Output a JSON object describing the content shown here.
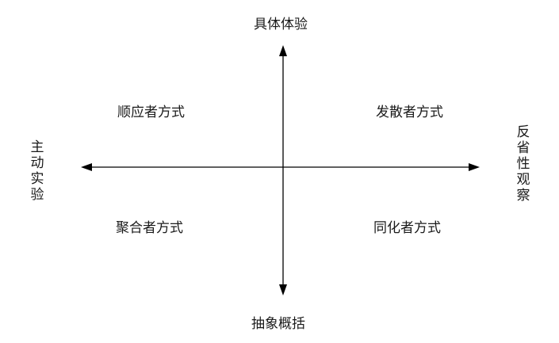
{
  "axes": {
    "top": "具体体验",
    "bottom": "抽象概括",
    "left": "主动实验",
    "right": "反省性观察"
  },
  "quadrants": {
    "top_left": "顺应者方式",
    "top_right": "发散者方式",
    "bottom_left": "聚合者方式",
    "bottom_right": "同化者方式"
  },
  "colors": {
    "line": "#000000",
    "text": "#1a1a1a",
    "background": "#ffffff"
  }
}
